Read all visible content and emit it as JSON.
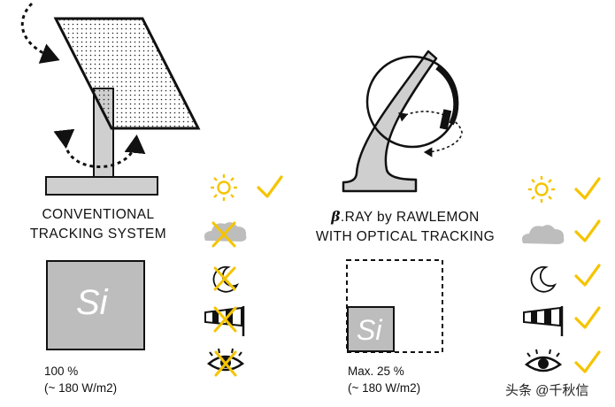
{
  "left": {
    "title_line1": "CONVENTIONAL",
    "title_line2": "TRACKING SYSTEM",
    "cell_label": "Si",
    "caption_line1": "100 %",
    "caption_line2": "(~ 180 W/m2)"
  },
  "right": {
    "title_line1_beta": "β",
    "title_line1_rest": ".RAY by RAWLEMON",
    "title_line2": "WITH OPTICAL TRACKING",
    "cell_label": "Si",
    "caption_line1": "Max. 25 %",
    "caption_line2": "(~ 180 W/m2)"
  },
  "conditions": [
    {
      "icon": "sun-icon",
      "left": "supported",
      "right": "supported"
    },
    {
      "icon": "cloud-icon",
      "left": "not-supported",
      "right": "supported"
    },
    {
      "icon": "moon-icon",
      "left": "not-supported",
      "right": "supported"
    },
    {
      "icon": "windsock-icon",
      "left": "not-supported",
      "right": "supported"
    },
    {
      "icon": "eye-icon",
      "left": "not-supported",
      "right": "supported"
    }
  ],
  "colors": {
    "check": "#f5c400",
    "cross": "#f5c400",
    "cell": "#bdbdbd",
    "stand": "#cfcfcf"
  },
  "watermark": "头条 @千秋信"
}
